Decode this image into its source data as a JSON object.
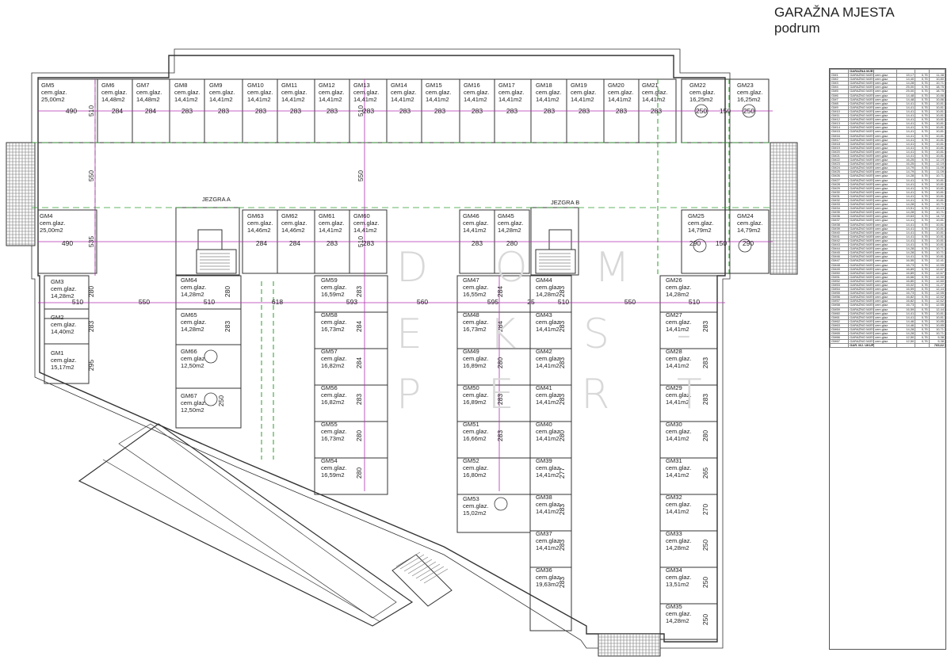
{
  "title": {
    "line1": "GARAŽNA MJESTA",
    "line2": "podrum"
  },
  "watermark": [
    "D O M",
    "E K S -",
    "P E R T"
  ],
  "cores": [
    {
      "id": "core-a",
      "label": "JEZGRA A"
    },
    {
      "id": "core-b",
      "label": "JEZGRA B"
    }
  ],
  "spaces": [
    {
      "id": "GM1",
      "material": "cem.glaz.",
      "area": "15,17m2"
    },
    {
      "id": "GM2",
      "material": "cem.glaz.",
      "area": "14,40m2"
    },
    {
      "id": "GM3",
      "material": "cem.glaz.",
      "area": "14,28m2"
    },
    {
      "id": "GM4",
      "material": "cem.glaz.",
      "area": "25,00m2"
    },
    {
      "id": "GM5",
      "material": "cem.glaz.",
      "area": "25,00m2"
    },
    {
      "id": "GM6",
      "material": "cem.glaz.",
      "area": "14,48m2"
    },
    {
      "id": "GM7",
      "material": "cem.glaz.",
      "area": "14,48m2"
    },
    {
      "id": "GM8",
      "material": "cem.glaz.",
      "area": "14,41m2"
    },
    {
      "id": "GM9",
      "material": "cem.glaz.",
      "area": "14,41m2"
    },
    {
      "id": "GM10",
      "material": "cem.glaz.",
      "area": "14,41m2"
    },
    {
      "id": "GM11",
      "material": "cem.glaz.",
      "area": "14,41m2"
    },
    {
      "id": "GM12",
      "material": "cem.glaz.",
      "area": "14,41m2"
    },
    {
      "id": "GM13",
      "material": "cem.glaz.",
      "area": "14,41m2"
    },
    {
      "id": "GM14",
      "material": "cem.glaz.",
      "area": "14,41m2"
    },
    {
      "id": "GM15",
      "material": "cem.glaz.",
      "area": "14,41m2"
    },
    {
      "id": "GM16",
      "material": "cem.glaz.",
      "area": "14,41m2"
    },
    {
      "id": "GM17",
      "material": "cem.glaz.",
      "area": "14,41m2"
    },
    {
      "id": "GM18",
      "material": "cem.glaz.",
      "area": "14,41m2"
    },
    {
      "id": "GM19",
      "material": "cem.glaz.",
      "area": "14,41m2"
    },
    {
      "id": "GM20",
      "material": "cem.glaz.",
      "area": "14,41m2"
    },
    {
      "id": "GM21",
      "material": "cem.glaz.",
      "area": "14,41m2"
    },
    {
      "id": "GM22",
      "material": "cem.glaz.",
      "area": "16,25m2"
    },
    {
      "id": "GM23",
      "material": "cem.glaz.",
      "area": "16,25m2"
    },
    {
      "id": "GM24",
      "material": "cem.glaz.",
      "area": "14,79m2"
    },
    {
      "id": "GM25",
      "material": "cem.glaz.",
      "area": "14,79m2"
    },
    {
      "id": "GM26",
      "material": "cem.glaz.",
      "area": "14,28m2"
    },
    {
      "id": "GM27",
      "material": "cem.glaz.",
      "area": "14,41m2"
    },
    {
      "id": "GM28",
      "material": "cem.glaz.",
      "area": "14,41m2"
    },
    {
      "id": "GM29",
      "material": "cem.glaz.",
      "area": "14,41m2"
    },
    {
      "id": "GM30",
      "material": "cem.glaz.",
      "area": "14,41m2"
    },
    {
      "id": "GM31",
      "material": "cem.glaz.",
      "area": "14,41m2"
    },
    {
      "id": "GM32",
      "material": "cem.glaz.",
      "area": "14,41m2"
    },
    {
      "id": "GM33",
      "material": "cem.glaz.",
      "area": "14,28m2"
    },
    {
      "id": "GM34",
      "material": "cem.glaz.",
      "area": "13,51m2"
    },
    {
      "id": "GM35",
      "material": "cem.glaz.",
      "area": "14,28m2"
    },
    {
      "id": "GM36",
      "material": "cem.glaz.",
      "area": "19,63m2"
    },
    {
      "id": "GM37",
      "material": "cem.glaz.",
      "area": "14,41m2"
    },
    {
      "id": "GM38",
      "material": "cem.glaz.",
      "area": "14,41m2"
    },
    {
      "id": "GM39",
      "material": "cem.glaz.",
      "area": "14,41m2"
    },
    {
      "id": "GM40",
      "material": "cem.glaz.",
      "area": "14,41m2"
    },
    {
      "id": "GM41",
      "material": "cem.glaz.",
      "area": "14,41m2"
    },
    {
      "id": "GM42",
      "material": "cem.glaz.",
      "area": "14,41m2"
    },
    {
      "id": "GM43",
      "material": "cem.glaz.",
      "area": "14,41m2"
    },
    {
      "id": "GM44",
      "material": "cem.glaz.",
      "area": "14,28m2"
    },
    {
      "id": "GM45",
      "material": "cem.glaz.",
      "area": "14,28m2"
    },
    {
      "id": "GM46",
      "material": "cem.glaz.",
      "area": "14,41m2"
    },
    {
      "id": "GM47",
      "material": "cem.glaz.",
      "area": "16,55m2"
    },
    {
      "id": "GM48",
      "material": "cem.glaz.",
      "area": "16,73m2"
    },
    {
      "id": "GM49",
      "material": "cem.glaz.",
      "area": "16,89m2"
    },
    {
      "id": "GM50",
      "material": "cem.glaz.",
      "area": "16,89m2"
    },
    {
      "id": "GM51",
      "material": "cem.glaz.",
      "area": "16,66m2"
    },
    {
      "id": "GM52",
      "material": "cem.glaz.",
      "area": "16,80m2"
    },
    {
      "id": "GM53",
      "material": "cem.glaz.",
      "area": "15,02m2"
    },
    {
      "id": "GM54",
      "material": "cem.glaz.",
      "area": "16,59m2"
    },
    {
      "id": "GM55",
      "material": "cem.glaz.",
      "area": "16,73m2"
    },
    {
      "id": "GM56",
      "material": "cem.glaz.",
      "area": "16,82m2"
    },
    {
      "id": "GM57",
      "material": "cem.glaz.",
      "area": "16,82m2"
    },
    {
      "id": "GM58",
      "material": "cem.glaz.",
      "area": "16,73m2"
    },
    {
      "id": "GM59",
      "material": "cem.glaz.",
      "area": "16,59m2"
    },
    {
      "id": "GM60",
      "material": "cem.glaz.",
      "area": "14,41m2"
    },
    {
      "id": "GM61",
      "material": "cem.glaz.",
      "area": "14,41m2"
    },
    {
      "id": "GM62",
      "material": "cem.glaz.",
      "area": "14,46m2"
    },
    {
      "id": "GM63",
      "material": "cem.glaz.",
      "area": "14,46m2"
    },
    {
      "id": "GM64",
      "material": "cem.glaz.",
      "area": "14,28m2"
    },
    {
      "id": "GM65",
      "material": "cem.glaz.",
      "area": "14,28m2"
    },
    {
      "id": "GM66",
      "material": "cem.glaz.",
      "area": "12,50m2"
    },
    {
      "id": "GM67",
      "material": "cem.glaz.",
      "area": "12,50m2"
    }
  ],
  "dimensions": {
    "top_row": [
      "490",
      "284",
      "284",
      "283",
      "283",
      "283",
      "283",
      "283",
      "283",
      "283",
      "283",
      "283",
      "283",
      "283",
      "283",
      "283",
      "283",
      "250",
      "150",
      "250"
    ],
    "mid_row": [
      "490",
      "284",
      "284",
      "283",
      "283",
      "283",
      "280",
      "290",
      "150",
      "290"
    ],
    "aisle_row": [
      "510",
      "550",
      "510",
      "618",
      "593",
      "560",
      "595",
      "25",
      "510",
      "550",
      "510"
    ],
    "vertical": [
      "510",
      "550",
      "535",
      "510",
      "550",
      "510",
      "280",
      "283",
      "295",
      "280",
      "283",
      "283",
      "284",
      "284",
      "283",
      "280",
      "280",
      "284",
      "284",
      "280",
      "283",
      "283",
      "283",
      "283",
      "283",
      "283",
      "280",
      "277",
      "283",
      "283",
      "283",
      "283",
      "283",
      "283",
      "280",
      "265",
      "270",
      "250",
      "250",
      "250",
      "250"
    ]
  },
  "schedule": {
    "header": [
      "GARAŽNA MJESTA",
      "",
      "",
      "",
      ""
    ],
    "rows": [
      [
        "GM1",
        "GARAŽNO MJESTO",
        "cem.glaz.",
        "15,17",
        "0,75",
        "11,38"
      ],
      [
        "GM2",
        "GARAŽNO MJESTO",
        "cem.glaz.",
        "14,40",
        "0,75",
        "10,80"
      ],
      [
        "GM3",
        "GARAŽNO MJESTO",
        "cem.glaz.",
        "14,28",
        "0,75",
        "10,71"
      ],
      [
        "GM4",
        "GARAŽNO MJESTO",
        "cem.glaz.",
        "25,00",
        "0,75",
        "18,75"
      ],
      [
        "GM5",
        "GARAŽNO MJESTO",
        "cem.glaz.",
        "25,00",
        "0,75",
        "18,75"
      ],
      [
        "GM6",
        "GARAŽNO MJESTO",
        "cem.glaz.",
        "14,48",
        "0,75",
        "10,86"
      ],
      [
        "GM7",
        "GARAŽNO MJESTO",
        "cem.glaz.",
        "14,48",
        "0,75",
        "10,86"
      ],
      [
        "GM8",
        "GARAŽNO MJESTO",
        "cem.glaz.",
        "14,41",
        "0,75",
        "10,81"
      ],
      [
        "GM9",
        "GARAŽNO MJESTO",
        "cem.glaz.",
        "14,41",
        "0,75",
        "10,81"
      ],
      [
        "GM10",
        "GARAŽNO MJESTO",
        "cem.glaz.",
        "14,41",
        "0,75",
        "10,81"
      ],
      [
        "GM11",
        "GARAŽNO MJESTO",
        "cem.glaz.",
        "14,41",
        "0,75",
        "10,81"
      ],
      [
        "GM12",
        "GARAŽNO MJESTO",
        "cem.glaz.",
        "14,41",
        "0,75",
        "10,81"
      ],
      [
        "GM13",
        "GARAŽNO MJESTO",
        "cem.glaz.",
        "14,41",
        "0,75",
        "10,81"
      ],
      [
        "GM14",
        "GARAŽNO MJESTO",
        "cem.glaz.",
        "14,41",
        "0,75",
        "10,81"
      ],
      [
        "GM15",
        "GARAŽNO MJESTO",
        "cem.glaz.",
        "14,41",
        "0,75",
        "10,81"
      ],
      [
        "GM16",
        "GARAŽNO MJESTO",
        "cem.glaz.",
        "14,41",
        "0,75",
        "10,81"
      ],
      [
        "GM17",
        "GARAŽNO MJESTO",
        "cem.glaz.",
        "14,41",
        "0,75",
        "10,81"
      ],
      [
        "GM18",
        "GARAŽNO MJESTO",
        "cem.glaz.",
        "14,41",
        "0,75",
        "10,81"
      ],
      [
        "GM19",
        "GARAŽNO MJESTO",
        "cem.glaz.",
        "14,41",
        "0,75",
        "10,81"
      ],
      [
        "GM20",
        "GARAŽNO MJESTO",
        "cem.glaz.",
        "14,41",
        "0,75",
        "10,81"
      ],
      [
        "GM21",
        "GARAŽNO MJESTO",
        "cem.glaz.",
        "14,41",
        "0,75",
        "10,81"
      ],
      [
        "GM22",
        "GARAŽNO MJESTO",
        "cem.glaz.",
        "16,25",
        "0,75",
        "12,19"
      ],
      [
        "GM23",
        "GARAŽNO MJESTO",
        "cem.glaz.",
        "16,25",
        "0,75",
        "12,19"
      ],
      [
        "GM24",
        "GARAŽNO MJESTO",
        "cem.glaz.",
        "14,79",
        "0,75",
        "11,09"
      ],
      [
        "GM25",
        "GARAŽNO MJESTO",
        "cem.glaz.",
        "14,79",
        "0,75",
        "11,09"
      ],
      [
        "GM26",
        "GARAŽNO MJESTO",
        "cem.glaz.",
        "14,28",
        "0,75",
        "10,71"
      ],
      [
        "GM27",
        "GARAŽNO MJESTO",
        "cem.glaz.",
        "14,41",
        "0,75",
        "10,81"
      ],
      [
        "GM28",
        "GARAŽNO MJESTO",
        "cem.glaz.",
        "14,41",
        "0,75",
        "10,81"
      ],
      [
        "GM29",
        "GARAŽNO MJESTO",
        "cem.glaz.",
        "14,41",
        "0,75",
        "10,81"
      ],
      [
        "GM30",
        "GARAŽNO MJESTO",
        "cem.glaz.",
        "14,41",
        "0,75",
        "10,81"
      ],
      [
        "GM31",
        "GARAŽNO MJESTO",
        "cem.glaz.",
        "14,41",
        "0,75",
        "10,81"
      ],
      [
        "GM32",
        "GARAŽNO MJESTO",
        "cem.glaz.",
        "14,41",
        "0,75",
        "10,81"
      ],
      [
        "GM33",
        "GARAŽNO MJESTO",
        "cem.glaz.",
        "14,28",
        "0,75",
        "10,71"
      ],
      [
        "GM34",
        "GARAŽNO MJESTO",
        "cem.glaz.",
        "13,51",
        "0,75",
        "10,13"
      ],
      [
        "GM35",
        "GARAŽNO MJESTO",
        "cem.glaz.",
        "14,28",
        "0,75",
        "10,71"
      ],
      [
        "GM36",
        "GARAŽNO MJESTO",
        "cem.glaz.",
        "19,63",
        "0,75",
        "14,72"
      ],
      [
        "GM37",
        "GARAŽNO MJESTO",
        "cem.glaz.",
        "14,41",
        "0,75",
        "10,81"
      ],
      [
        "GM38",
        "GARAŽNO MJESTO",
        "cem.glaz.",
        "14,41",
        "0,75",
        "10,81"
      ],
      [
        "GM39",
        "GARAŽNO MJESTO",
        "cem.glaz.",
        "14,41",
        "0,75",
        "10,81"
      ],
      [
        "GM40",
        "GARAŽNO MJESTO",
        "cem.glaz.",
        "14,41",
        "0,75",
        "10,81"
      ],
      [
        "GM41",
        "GARAŽNO MJESTO",
        "cem.glaz.",
        "14,41",
        "0,75",
        "10,81"
      ],
      [
        "GM42",
        "GARAŽNO MJESTO",
        "cem.glaz.",
        "14,41",
        "0,75",
        "10,81"
      ],
      [
        "GM43",
        "GARAŽNO MJESTO",
        "cem.glaz.",
        "14,41",
        "0,75",
        "10,81"
      ],
      [
        "GM44",
        "GARAŽNO MJESTO",
        "cem.glaz.",
        "14,28",
        "0,75",
        "10,71"
      ],
      [
        "GM45",
        "GARAŽNO MJESTO",
        "cem.glaz.",
        "14,28",
        "0,75",
        "10,71"
      ],
      [
        "GM46",
        "GARAŽNO MJESTO",
        "cem.glaz.",
        "14,41",
        "0,75",
        "10,81"
      ],
      [
        "GM47",
        "GARAŽNO MJESTO",
        "cem.glaz.",
        "16,55",
        "0,75",
        "12,41"
      ],
      [
        "GM48",
        "GARAŽNO MJESTO",
        "cem.glaz.",
        "16,73",
        "0,75",
        "12,55"
      ],
      [
        "GM49",
        "GARAŽNO MJESTO",
        "cem.glaz.",
        "16,89",
        "0,75",
        "12,67"
      ],
      [
        "GM50",
        "GARAŽNO MJESTO",
        "cem.glaz.",
        "16,89",
        "0,75",
        "12,67"
      ],
      [
        "GM51",
        "GARAŽNO MJESTO",
        "cem.glaz.",
        "16,66",
        "0,75",
        "12,50"
      ],
      [
        "GM52",
        "GARAŽNO MJESTO",
        "cem.glaz.",
        "16,80",
        "0,75",
        "12,60"
      ],
      [
        "GM53",
        "GARAŽNO MJESTO",
        "cem.glaz.",
        "15,02",
        "0,75",
        "11,27"
      ],
      [
        "GM54",
        "GARAŽNO MJESTO",
        "cem.glaz.",
        "16,59",
        "0,75",
        "12,44"
      ],
      [
        "GM55",
        "GARAŽNO MJESTO",
        "cem.glaz.",
        "16,73",
        "0,75",
        "12,55"
      ],
      [
        "GM56",
        "GARAŽNO MJESTO",
        "cem.glaz.",
        "16,82",
        "0,75",
        "12,62"
      ],
      [
        "GM57",
        "GARAŽNO MJESTO",
        "cem.glaz.",
        "16,82",
        "0,75",
        "12,62"
      ],
      [
        "GM58",
        "GARAŽNO MJESTO",
        "cem.glaz.",
        "16,73",
        "0,75",
        "12,55"
      ],
      [
        "GM59",
        "GARAŽNO MJESTO",
        "cem.glaz.",
        "16,59",
        "0,75",
        "12,44"
      ],
      [
        "GM60",
        "GARAŽNO MJESTO",
        "cem.glaz.",
        "14,41",
        "0,75",
        "10,81"
      ],
      [
        "GM61",
        "GARAŽNO MJESTO",
        "cem.glaz.",
        "14,41",
        "0,75",
        "10,81"
      ],
      [
        "GM62",
        "GARAŽNO MJESTO",
        "cem.glaz.",
        "14,46",
        "0,75",
        "10,85"
      ],
      [
        "GM63",
        "GARAŽNO MJESTO",
        "cem.glaz.",
        "14,46",
        "0,75",
        "10,85"
      ],
      [
        "GM64",
        "GARAŽNO MJESTO",
        "cem.glaz.",
        "14,28",
        "0,75",
        "10,71"
      ],
      [
        "GM65",
        "GARAŽNO MJESTO",
        "cem.glaz.",
        "14,28",
        "0,75",
        "10,71"
      ],
      [
        "GM66",
        "GARAŽNO MJESTO",
        "cem.glaz.",
        "12,50",
        "0,75",
        "9,38"
      ],
      [
        "GM67",
        "GARAŽNO MJESTO",
        "cem.glaz.",
        "12,50",
        "0,75",
        "9,38"
      ]
    ],
    "total": [
      "GAR. MJ. UKUPNO",
      "",
      "",
      "",
      "765,62"
    ]
  },
  "colors": {
    "wall": "#333333",
    "dimension": "#b02fb0",
    "structure": "#2e9e2e",
    "watermark": "#d8d8d8"
  }
}
